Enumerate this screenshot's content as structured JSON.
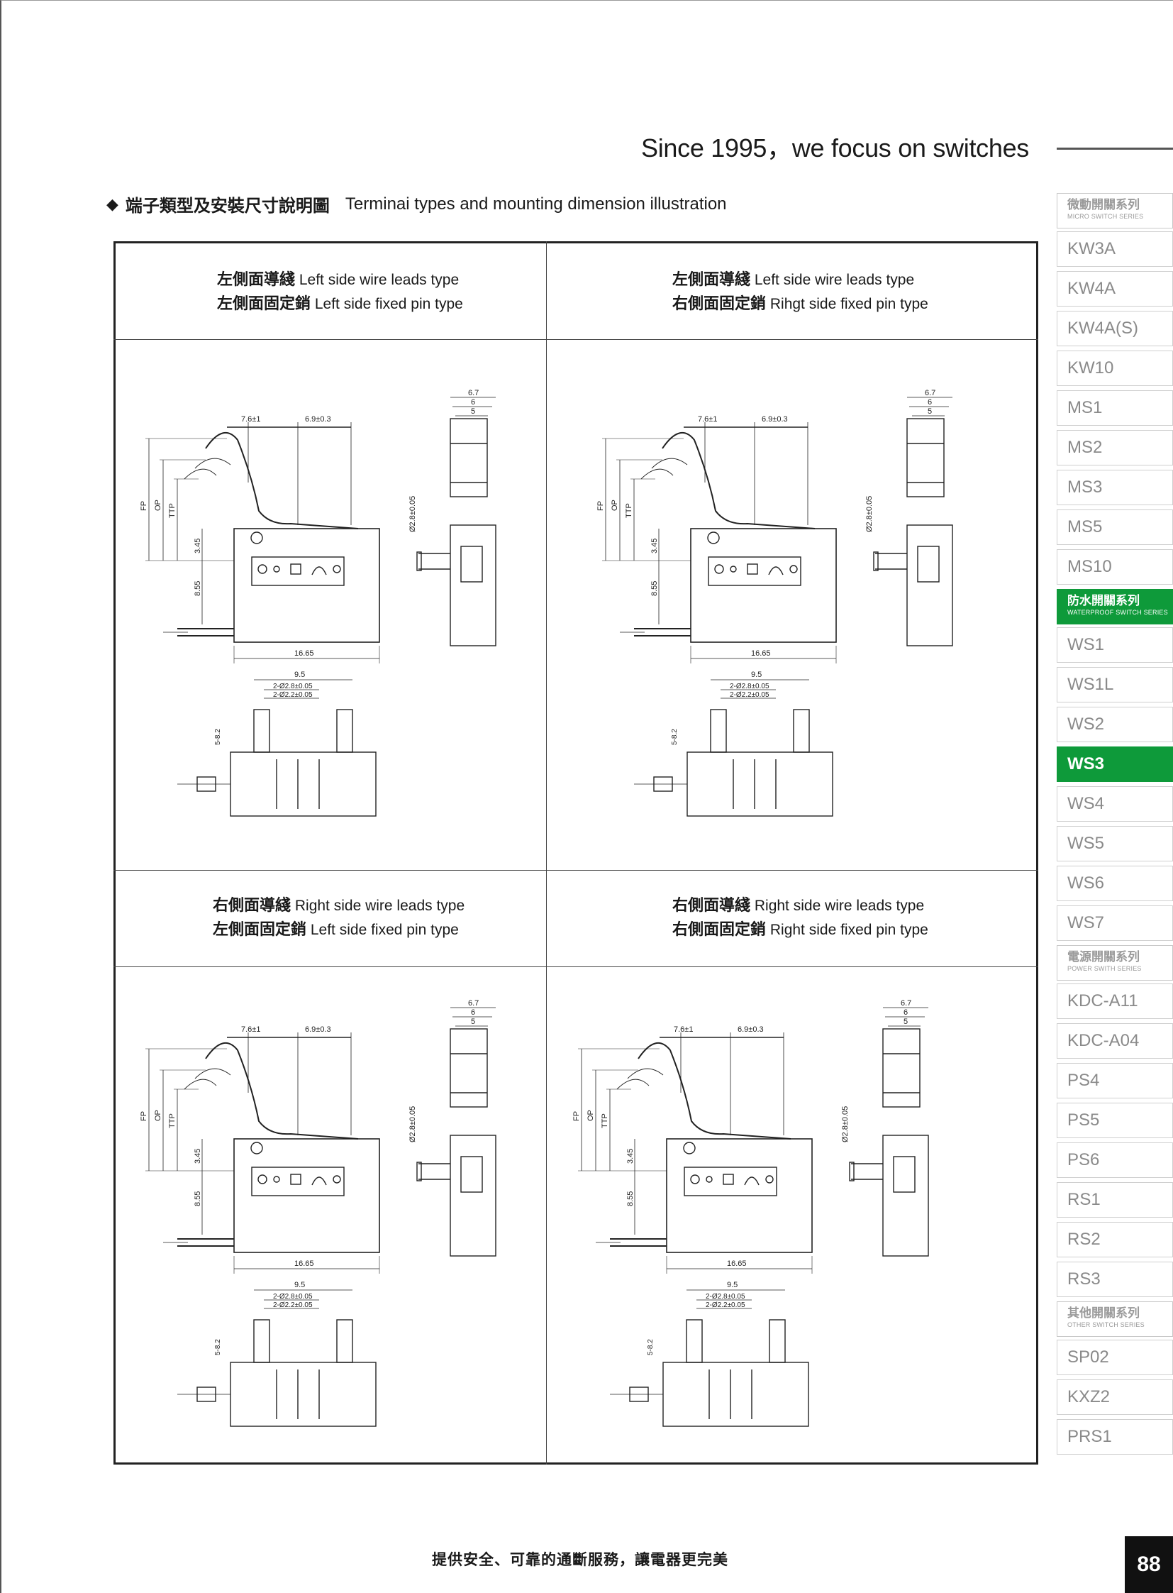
{
  "header": {
    "title": "Since 1995，we focus on switches"
  },
  "section": {
    "zh": "端子類型及安裝尺寸說明圖",
    "en": "Terminai types and mounting dimension illustration"
  },
  "cells": [
    {
      "zh1": "左側面導綫",
      "en1": "Left side  wire leads type",
      "zh2": "左側面固定銷",
      "en2": "Left side fixed pin type"
    },
    {
      "zh1": "左側面導綫",
      "en1": "Left side  wire leads type",
      "zh2": "右側面固定銷",
      "en2": "Rihgt side fixed pin type"
    },
    {
      "zh1": "右側面導綫",
      "en1": "Right side  wire leads type",
      "zh2": "左側面固定銷",
      "en2": "Left side fixed pin type"
    },
    {
      "zh1": "右側面導綫",
      "en1": "Right side  wire leads type",
      "zh2": "右側面固定銷",
      "en2": "Right side fixed pin type"
    }
  ],
  "dims": {
    "d76": "7.6±1",
    "d69": "6.9±0.3",
    "d67": "6.7",
    "d6": "6",
    "d5": "5",
    "fp": "FP",
    "op": "OP",
    "ttp": "TTP",
    "d345": "3.45",
    "d855": "8.55",
    "d1665": "16.65",
    "d95": "9.5",
    "d28": "2-Ø2.8±0.05",
    "d22": "2-Ø2.2±0.05",
    "pin": "Ø2.8±0.05",
    "d52": "5-8.2"
  },
  "sidebar": [
    {
      "kind": "cat",
      "zh": "微動開關系列",
      "en": "MICRO SWITCH SERIES"
    },
    {
      "kind": "item",
      "label": "KW3A"
    },
    {
      "kind": "item",
      "label": "KW4A"
    },
    {
      "kind": "item",
      "label": "KW4A(S)"
    },
    {
      "kind": "item",
      "label": "KW10"
    },
    {
      "kind": "item",
      "label": "MS1"
    },
    {
      "kind": "item",
      "label": "MS2"
    },
    {
      "kind": "item",
      "label": "MS3"
    },
    {
      "kind": "item",
      "label": "MS5"
    },
    {
      "kind": "item",
      "label": "MS10"
    },
    {
      "kind": "cat",
      "zh": "防水開關系列",
      "en": "WATERPROOF SWITCH SERIES",
      "active": true
    },
    {
      "kind": "item",
      "label": "WS1"
    },
    {
      "kind": "item",
      "label": "WS1L"
    },
    {
      "kind": "item",
      "label": "WS2"
    },
    {
      "kind": "item",
      "label": "WS3",
      "active": true
    },
    {
      "kind": "item",
      "label": "WS4"
    },
    {
      "kind": "item",
      "label": "WS5"
    },
    {
      "kind": "item",
      "label": "WS6"
    },
    {
      "kind": "item",
      "label": "WS7"
    },
    {
      "kind": "cat",
      "zh": "電源開關系列",
      "en": "POWER SWITH SERIES"
    },
    {
      "kind": "item",
      "label": "KDC-A11"
    },
    {
      "kind": "item",
      "label": "KDC-A04"
    },
    {
      "kind": "item",
      "label": "PS4"
    },
    {
      "kind": "item",
      "label": "PS5"
    },
    {
      "kind": "item",
      "label": "PS6"
    },
    {
      "kind": "item",
      "label": "RS1"
    },
    {
      "kind": "item",
      "label": "RS2"
    },
    {
      "kind": "item",
      "label": "RS3"
    },
    {
      "kind": "cat",
      "zh": "其他開關系列",
      "en": "OTHER SWITCH SERIES"
    },
    {
      "kind": "item",
      "label": "SP02"
    },
    {
      "kind": "item",
      "label": "KXZ2"
    },
    {
      "kind": "item",
      "label": "PRS1"
    }
  ],
  "footer": {
    "slogan": "提供安全、可靠的通斷服務，讓電器更完美",
    "page": "88"
  }
}
